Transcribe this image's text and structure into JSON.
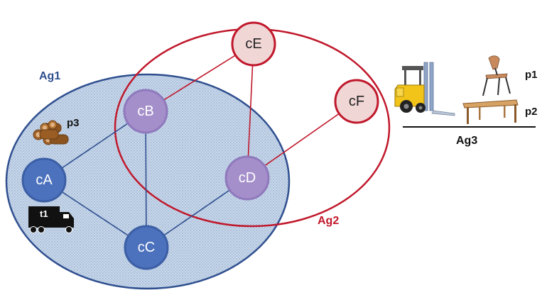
{
  "groups": {
    "ag1": {
      "label": "Ag1",
      "color": "#2f4f8f",
      "fill": "#b9cce2"
    },
    "ag2": {
      "label": "Ag2",
      "color": "#c0182b"
    },
    "ag3": {
      "label": "Ag3",
      "color": "#111111"
    }
  },
  "nodes": {
    "cA": {
      "label": "cA",
      "fill": "#4c72bd",
      "stroke": "#3b5ea5",
      "text_color": "#ffffff"
    },
    "cB": {
      "label": "cB",
      "fill": "#a48fca",
      "stroke": "#8f79bd",
      "text_color": "#ffffff"
    },
    "cC": {
      "label": "cC",
      "fill": "#4c72bd",
      "stroke": "#3b5ea5",
      "text_color": "#ffffff"
    },
    "cD": {
      "label": "cD",
      "fill": "#a48fca",
      "stroke": "#8f79bd",
      "text_color": "#ffffff"
    },
    "cE": {
      "label": "cE",
      "fill": "#f1d6d6",
      "stroke": "#c0182b",
      "text_color": "#222222"
    },
    "cF": {
      "label": "cF",
      "fill": "#f1d6d6",
      "stroke": "#c0182b",
      "text_color": "#222222"
    }
  },
  "edges": [
    {
      "from": "cA",
      "to": "cB",
      "color": "#2f4f8f"
    },
    {
      "from": "cA",
      "to": "cC",
      "color": "#2f4f8f"
    },
    {
      "from": "cB",
      "to": "cC",
      "color": "#2f4f8f"
    },
    {
      "from": "cC",
      "to": "cD",
      "color": "#2f4f8f"
    },
    {
      "from": "cB",
      "to": "cE",
      "color": "#c0182b"
    },
    {
      "from": "cE",
      "to": "cD",
      "color": "#c0182b"
    },
    {
      "from": "cD",
      "to": "cF",
      "color": "#c0182b"
    }
  ],
  "items": {
    "p1": {
      "label": "p1",
      "icon": "chair-icon"
    },
    "p2": {
      "label": "p2",
      "icon": "table-icon"
    },
    "p3": {
      "label": "p3",
      "icon": "logs-icon"
    },
    "t1": {
      "label": "t1",
      "icon": "truck-icon"
    },
    "forklift": {
      "icon": "forklift-icon"
    }
  }
}
